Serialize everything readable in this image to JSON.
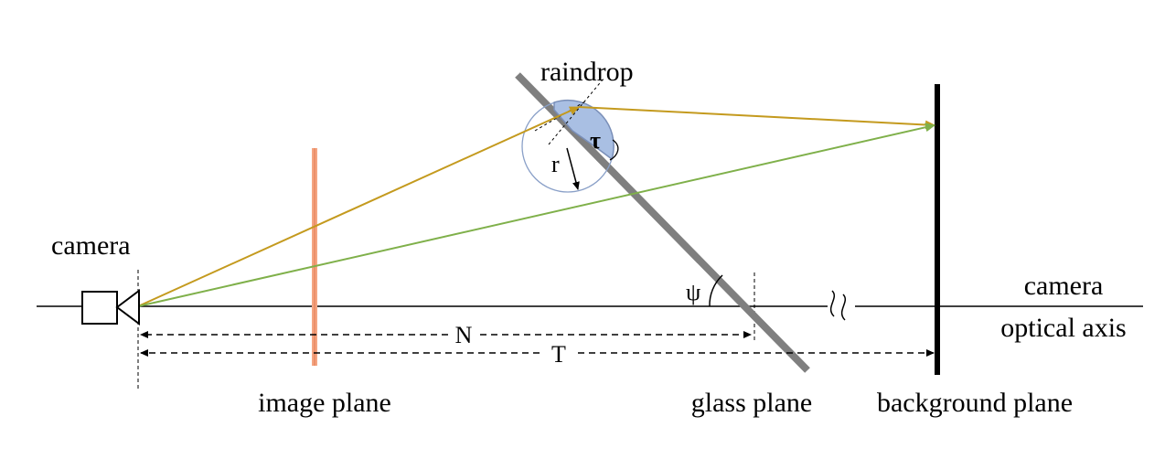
{
  "labels": {
    "raindrop": "raindrop",
    "camera": "camera",
    "camera_axis_line1": "camera",
    "camera_axis_line2": "optical axis",
    "image_plane": "image plane",
    "glass_plane": "glass plane",
    "background_plane": "background plane",
    "n": "N",
    "t": "T",
    "r": "r",
    "tau": "τ",
    "psi": "ψ"
  },
  "colors": {
    "axis": "#000000",
    "glass": "#7f7f7f",
    "image_plane": "#f4a582",
    "refracted_ray": "#c49a1e",
    "direct_ray": "#7fb04a",
    "raindrop_fill": "#a9bfe3",
    "raindrop_outline": "#7a8fb8",
    "background_plane": "#000000"
  }
}
